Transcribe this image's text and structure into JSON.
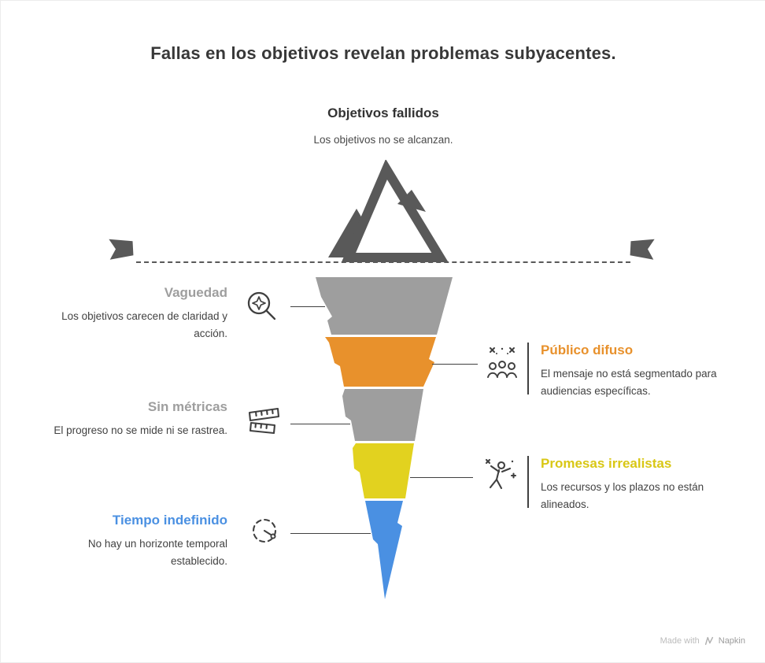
{
  "title": "Fallas en los objetivos revelan problemas subyacentes.",
  "intro": {
    "heading": "Objetivos fallidos",
    "subheading": "Los objetivos no se alcanzan."
  },
  "colors": {
    "structure": "#595959",
    "body_text": "#424242",
    "heading_text": "#383838",
    "gray": "#9E9E9E",
    "orange": "#E8912C",
    "yellow": "#E2D21F",
    "yellow_title": "#D9C715",
    "blue": "#4A90E2"
  },
  "decorations": {
    "summit": "mountain-icon",
    "waterline_left": "flag-icon",
    "waterline_right": "flag-icon",
    "watermark_logo": "napkin-logo-icon"
  },
  "items": [
    {
      "title": "Vaguedad",
      "description": "Los objetivos carecen de claridad y acción.",
      "side": "left",
      "title_color": "#9E9E9E",
      "band_color": "#9E9E9E",
      "icon": "magnifier-sparkle-icon"
    },
    {
      "title": "Público difuso",
      "description": "El mensaje no está segmentado para audiencias específicas.",
      "side": "right",
      "title_color": "#E8912C",
      "band_color": "#E8912C",
      "icon": "audience-confetti-icon"
    },
    {
      "title": "Sin métricas",
      "description": "El progreso no se mide ni se rastrea.",
      "side": "left",
      "title_color": "#9E9E9E",
      "band_color": "#9E9E9E",
      "icon": "folding-ruler-icon"
    },
    {
      "title": "Promesas irrealistas",
      "description": "Los recursos y los plazos no están alineados.",
      "side": "right",
      "title_color": "#D9C715",
      "band_color": "#E2D21F",
      "icon": "celebrating-person-icon"
    },
    {
      "title": "Tiempo indefinido",
      "description": "No hay un horizonte temporal establecido.",
      "side": "left",
      "title_color": "#4A90E2",
      "band_color": "#4A90E2",
      "icon": "dashed-clock-icon"
    }
  ],
  "watermark": {
    "prefix": "Made with",
    "brand": "Napkin"
  }
}
